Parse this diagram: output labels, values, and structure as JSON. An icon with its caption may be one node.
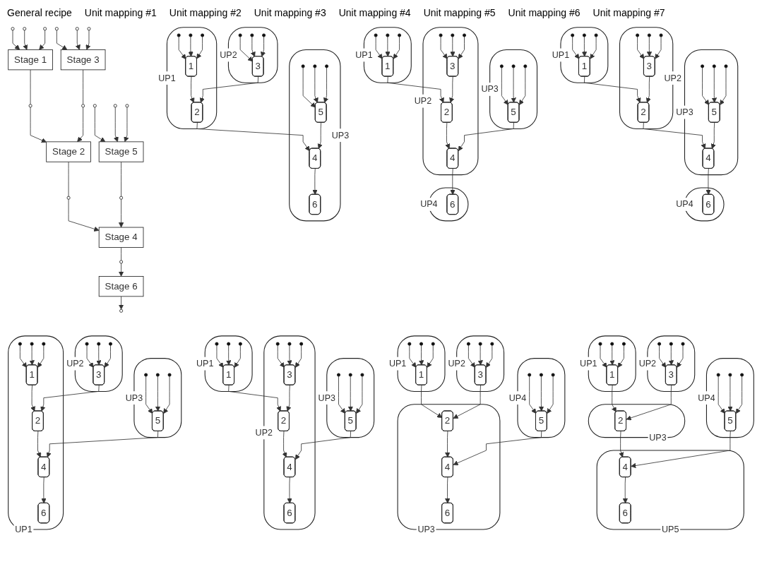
{
  "diagram": {
    "nodes": [
      {
        "text": [],
        "shape": "circle"
      },
      {
        "text": [],
        "shape": "circle"
      },
      {
        "text": [],
        "shape": "circle"
      },
      {
        "text": [],
        "shape": "circle"
      },
      {
        "text": [],
        "shape": "circle"
      },
      {
        "text": [],
        "shape": "circle"
      },
      {
        "text": [
          "Stage 1"
        ]
      },
      {
        "text": [
          "Stage 3"
        ]
      },
      {
        "text": [],
        "shape": "circle"
      },
      {
        "text": [],
        "shape": "circle"
      },
      {
        "text": [
          "Stage 2"
        ]
      },
      {
        "text": [],
        "shape": "circle"
      },
      {
        "text": [],
        "shape": "circle"
      },
      {
        "text": [],
        "shape": "circle"
      },
      {
        "text": [
          "Stage 5"
        ]
      },
      {
        "text": [],
        "shape": "circle"
      },
      {
        "text": [],
        "shape": "circle"
      },
      {
        "text": [
          "Stage 4"
        ]
      },
      {
        "text": [],
        "shape": "circle"
      },
      {
        "text": [
          "Stage 6"
        ]
      },
      {
        "text": [],
        "shape": "circle"
      },
      {
        "text": [
          "UP1"
        ]
      },
      {
        "text": [],
        "shape": "circle",
        "in": 21
      },
      {
        "text": [],
        "shape": "circle",
        "in": 21
      },
      {
        "text": [],
        "shape": "circle",
        "in": 21
      },
      {
        "text": [
          "1"
        ],
        "in": 21
      },
      {
        "text": [
          "2"
        ],
        "in": 21
      },
      {
        "text": [
          "UP2"
        ]
      },
      {
        "text": [],
        "shape": "circle",
        "in": 27
      },
      {
        "text": [],
        "shape": "circle",
        "in": 27
      },
      {
        "text": [],
        "shape": "circle",
        "in": 27
      },
      {
        "text": [
          "3"
        ],
        "in": 27
      },
      {
        "text": [
          "UP3"
        ]
      },
      {
        "text": [],
        "shape": "circle",
        "in": 32
      },
      {
        "text": [],
        "shape": "circle",
        "in": 32
      },
      {
        "text": [],
        "shape": "circle",
        "in": 32
      },
      {
        "text": [
          "5"
        ],
        "in": 32
      },
      {
        "text": [
          "4"
        ],
        "in": 32
      },
      {
        "text": [
          "6"
        ],
        "in": 32
      },
      {
        "text": [
          "UP1"
        ]
      },
      {
        "text": [],
        "shape": "circle",
        "in": 39
      },
      {
        "text": [],
        "shape": "circle",
        "in": 39
      },
      {
        "text": [],
        "shape": "circle",
        "in": 39
      },
      {
        "text": [
          "1"
        ],
        "in": 39
      },
      {
        "text": [
          "UP2"
        ]
      },
      {
        "text": [],
        "shape": "circle",
        "in": 44
      },
      {
        "text": [],
        "shape": "circle",
        "in": 44
      },
      {
        "text": [],
        "shape": "circle",
        "in": 44
      },
      {
        "text": [
          "3"
        ],
        "in": 44
      },
      {
        "text": [
          "2"
        ],
        "in": 44
      },
      {
        "text": [
          "4"
        ],
        "in": 44
      },
      {
        "text": [
          "UP3"
        ]
      },
      {
        "text": [],
        "shape": "circle",
        "in": 51
      },
      {
        "text": [],
        "shape": "circle",
        "in": 51
      },
      {
        "text": [],
        "shape": "circle",
        "in": 51
      },
      {
        "text": [
          "5"
        ],
        "in": 51
      },
      {
        "text": [
          "UP4"
        ]
      },
      {
        "text": [
          "6"
        ],
        "in": 56
      },
      {
        "text": [
          "UP1"
        ]
      },
      {
        "text": [],
        "shape": "circle",
        "in": 58
      },
      {
        "text": [],
        "shape": "circle",
        "in": 58
      },
      {
        "text": [],
        "shape": "circle",
        "in": 58
      },
      {
        "text": [
          "1"
        ],
        "in": 58
      },
      {
        "text": [
          "UP2"
        ]
      },
      {
        "text": [],
        "shape": "circle",
        "in": 63
      },
      {
        "text": [],
        "shape": "circle",
        "in": 63
      },
      {
        "text": [],
        "shape": "circle",
        "in": 63
      },
      {
        "text": [
          "3"
        ],
        "in": 63
      },
      {
        "text": [
          "2"
        ],
        "in": 63
      },
      {
        "text": [
          "UP3"
        ]
      },
      {
        "text": [],
        "shape": "circle",
        "in": 69
      },
      {
        "text": [],
        "shape": "circle",
        "in": 69
      },
      {
        "text": [],
        "shape": "circle",
        "in": 69
      },
      {
        "text": [
          "5"
        ],
        "in": 69
      },
      {
        "text": [
          "4"
        ],
        "in": 69
      },
      {
        "text": [
          "UP4"
        ]
      },
      {
        "text": [
          "6"
        ],
        "in": 75
      },
      {
        "text": [
          "UP1"
        ]
      },
      {
        "text": [],
        "shape": "circle",
        "in": 77
      },
      {
        "text": [],
        "shape": "circle",
        "in": 77
      },
      {
        "text": [],
        "shape": "circle",
        "in": 77
      },
      {
        "text": [
          "1"
        ],
        "in": 77
      },
      {
        "text": [
          "2"
        ],
        "in": 77
      },
      {
        "text": [
          "4"
        ],
        "in": 77
      },
      {
        "text": [
          "6"
        ],
        "in": 77
      },
      {
        "text": [
          "UP2"
        ]
      },
      {
        "text": [],
        "shape": "circle",
        "in": 85
      },
      {
        "text": [],
        "shape": "circle",
        "in": 85
      },
      {
        "text": [],
        "shape": "circle",
        "in": 85
      },
      {
        "text": [
          "3"
        ],
        "in": 85
      },
      {
        "text": [
          "UP3"
        ]
      },
      {
        "text": [],
        "shape": "circle",
        "in": 90
      },
      {
        "text": [],
        "shape": "circle",
        "in": 90
      },
      {
        "text": [],
        "shape": "circle",
        "in": 90
      },
      {
        "text": [
          "5"
        ],
        "in": 90
      },
      {
        "text": [
          "UP1"
        ]
      },
      {
        "text": [],
        "shape": "circle",
        "in": 95
      },
      {
        "text": [],
        "shape": "circle",
        "in": 95
      },
      {
        "text": [],
        "shape": "circle",
        "in": 95
      },
      {
        "text": [
          "1"
        ],
        "in": 95
      },
      {
        "text": [
          "UP2"
        ]
      },
      {
        "text": [],
        "shape": "circle",
        "in": 100
      },
      {
        "text": [],
        "shape": "circle",
        "in": 100
      },
      {
        "text": [],
        "shape": "circle",
        "in": 100
      },
      {
        "text": [
          "3"
        ],
        "in": 100
      },
      {
        "text": [
          "2"
        ],
        "in": 100
      },
      {
        "text": [
          "4"
        ],
        "in": 100
      },
      {
        "text": [
          "6"
        ],
        "in": 100
      },
      {
        "text": [
          "UP3"
        ]
      },
      {
        "text": [],
        "shape": "circle",
        "in": 108
      },
      {
        "text": [],
        "shape": "circle",
        "in": 108
      },
      {
        "text": [],
        "shape": "circle",
        "in": 108
      },
      {
        "text": [
          "5"
        ],
        "in": 108
      },
      {
        "text": [
          "UP1"
        ]
      },
      {
        "text": [],
        "shape": "circle",
        "in": 113
      },
      {
        "text": [],
        "shape": "circle",
        "in": 113
      },
      {
        "text": [],
        "shape": "circle",
        "in": 113
      },
      {
        "text": [
          "1"
        ],
        "in": 113
      },
      {
        "text": [
          "UP2"
        ]
      },
      {
        "text": [],
        "shape": "circle",
        "in": 118
      },
      {
        "text": [],
        "shape": "circle",
        "in": 118
      },
      {
        "text": [],
        "shape": "circle",
        "in": 118
      },
      {
        "text": [
          "3"
        ],
        "in": 118
      },
      {
        "text": [
          "UP3"
        ]
      },
      {
        "text": [
          "2"
        ],
        "in": 123
      },
      {
        "text": [
          "4"
        ],
        "in": 123
      },
      {
        "text": [
          "6"
        ],
        "in": 123
      },
      {
        "text": [
          "UP4"
        ]
      },
      {
        "text": [],
        "shape": "circle",
        "in": 127
      },
      {
        "text": [],
        "shape": "circle",
        "in": 127
      },
      {
        "text": [],
        "shape": "circle",
        "in": 127
      },
      {
        "text": [
          "5"
        ],
        "in": 127
      },
      {
        "text": [
          "UP1"
        ]
      },
      {
        "text": [],
        "shape": "circle",
        "in": 132
      },
      {
        "text": [],
        "shape": "circle",
        "in": 132
      },
      {
        "text": [],
        "shape": "circle",
        "in": 132
      },
      {
        "text": [
          "1"
        ],
        "in": 132
      },
      {
        "text": [
          "UP2"
        ]
      },
      {
        "text": [],
        "shape": "circle",
        "in": 137
      },
      {
        "text": [],
        "shape": "circle",
        "in": 137
      },
      {
        "text": [],
        "shape": "circle",
        "in": 137
      },
      {
        "text": [
          "3"
        ],
        "in": 137
      },
      {
        "text": [
          "UP3"
        ]
      },
      {
        "text": [
          "2"
        ],
        "in": 142
      },
      {
        "text": [
          "UP4"
        ]
      },
      {
        "text": [],
        "shape": "circle",
        "in": 144
      },
      {
        "text": [],
        "shape": "circle",
        "in": 144
      },
      {
        "text": [],
        "shape": "circle",
        "in": 144
      },
      {
        "text": [
          "5"
        ],
        "in": 144
      },
      {
        "text": [
          "UP5"
        ]
      },
      {
        "text": [
          "4"
        ],
        "in": 149
      },
      {
        "text": [
          "6"
        ],
        "in": 149
      }
    ],
    "edges": [
      {
        "from": 0,
        "to": 6,
        "arrow": "to"
      },
      {
        "from": 1,
        "to": 6,
        "arrow": "to"
      },
      {
        "from": 2,
        "to": 6,
        "arrow": "to"
      },
      {
        "from": 3,
        "to": 7,
        "arrow": "to"
      },
      {
        "from": 4,
        "to": 7,
        "arrow": "to"
      },
      {
        "from": 5,
        "to": 7,
        "arrow": "to"
      },
      {
        "from": 6,
        "to": 8,
        "arrow": "none"
      },
      {
        "from": 8,
        "to": 10,
        "arrow": "to"
      },
      {
        "from": 7,
        "to": 9,
        "arrow": "none"
      },
      {
        "from": 9,
        "to": 10,
        "arrow": "to"
      },
      {
        "from": 11,
        "to": 14,
        "arrow": "to"
      },
      {
        "from": 12,
        "to": 14,
        "arrow": "to"
      },
      {
        "from": 13,
        "to": 14,
        "arrow": "to"
      },
      {
        "from": 10,
        "to": 15,
        "arrow": "none"
      },
      {
        "from": 15,
        "to": 17,
        "arrow": "to"
      },
      {
        "from": 14,
        "to": 16,
        "arrow": "none"
      },
      {
        "from": 16,
        "to": 17,
        "arrow": "to"
      },
      {
        "from": 17,
        "to": 18,
        "arrow": "none"
      },
      {
        "from": 18,
        "to": 19,
        "arrow": "to"
      },
      {
        "from": 19,
        "to": 20,
        "arrow": "to"
      },
      {
        "from": 22,
        "to": 25,
        "arrow": "to"
      },
      {
        "from": 23,
        "to": 25,
        "arrow": "to"
      },
      {
        "from": 24,
        "to": 25,
        "arrow": "to"
      },
      {
        "from": 28,
        "to": 31,
        "arrow": "to"
      },
      {
        "from": 29,
        "to": 31,
        "arrow": "to"
      },
      {
        "from": 30,
        "to": 31,
        "arrow": "to"
      },
      {
        "from": 25,
        "to": 26,
        "arrow": "to"
      },
      {
        "from": 31,
        "to": 26,
        "arrow": "to"
      },
      {
        "from": 33,
        "to": 36,
        "arrow": "to"
      },
      {
        "from": 34,
        "to": 36,
        "arrow": "to"
      },
      {
        "from": 35,
        "to": 36,
        "arrow": "to"
      },
      {
        "from": 26,
        "to": 37,
        "arrow": "to"
      },
      {
        "from": 36,
        "to": 37,
        "arrow": "to"
      },
      {
        "from": 37,
        "to": 38,
        "arrow": "to"
      },
      {
        "from": 40,
        "to": 43,
        "arrow": "to"
      },
      {
        "from": 41,
        "to": 43,
        "arrow": "to"
      },
      {
        "from": 42,
        "to": 43,
        "arrow": "to"
      },
      {
        "from": 45,
        "to": 48,
        "arrow": "to"
      },
      {
        "from": 46,
        "to": 48,
        "arrow": "to"
      },
      {
        "from": 47,
        "to": 48,
        "arrow": "to"
      },
      {
        "from": 43,
        "to": 49,
        "arrow": "to"
      },
      {
        "from": 48,
        "to": 49,
        "arrow": "to"
      },
      {
        "from": 52,
        "to": 55,
        "arrow": "to"
      },
      {
        "from": 53,
        "to": 55,
        "arrow": "to"
      },
      {
        "from": 54,
        "to": 55,
        "arrow": "to"
      },
      {
        "from": 49,
        "to": 50,
        "arrow": "to"
      },
      {
        "from": 55,
        "to": 50,
        "arrow": "to"
      },
      {
        "from": 50,
        "to": 57,
        "arrow": "to"
      },
      {
        "from": 59,
        "to": 62,
        "arrow": "to"
      },
      {
        "from": 60,
        "to": 62,
        "arrow": "to"
      },
      {
        "from": 61,
        "to": 62,
        "arrow": "to"
      },
      {
        "from": 64,
        "to": 67,
        "arrow": "to"
      },
      {
        "from": 65,
        "to": 67,
        "arrow": "to"
      },
      {
        "from": 66,
        "to": 67,
        "arrow": "to"
      },
      {
        "from": 62,
        "to": 68,
        "arrow": "to"
      },
      {
        "from": 67,
        "to": 68,
        "arrow": "to"
      },
      {
        "from": 70,
        "to": 73,
        "arrow": "to"
      },
      {
        "from": 71,
        "to": 73,
        "arrow": "to"
      },
      {
        "from": 72,
        "to": 73,
        "arrow": "to"
      },
      {
        "from": 68,
        "to": 74,
        "arrow": "to"
      },
      {
        "from": 73,
        "to": 74,
        "arrow": "to"
      },
      {
        "from": 74,
        "to": 76,
        "arrow": "to"
      },
      {
        "from": 78,
        "to": 81,
        "arrow": "to"
      },
      {
        "from": 79,
        "to": 81,
        "arrow": "to"
      },
      {
        "from": 80,
        "to": 81,
        "arrow": "to"
      },
      {
        "from": 86,
        "to": 89,
        "arrow": "to"
      },
      {
        "from": 87,
        "to": 89,
        "arrow": "to"
      },
      {
        "from": 88,
        "to": 89,
        "arrow": "to"
      },
      {
        "from": 81,
        "to": 82,
        "arrow": "to"
      },
      {
        "from": 89,
        "to": 82,
        "arrow": "to"
      },
      {
        "from": 91,
        "to": 94,
        "arrow": "to"
      },
      {
        "from": 92,
        "to": 94,
        "arrow": "to"
      },
      {
        "from": 93,
        "to": 94,
        "arrow": "to"
      },
      {
        "from": 82,
        "to": 83,
        "arrow": "to"
      },
      {
        "from": 94,
        "to": 83,
        "arrow": "to"
      },
      {
        "from": 83,
        "to": 84,
        "arrow": "to"
      },
      {
        "from": 96,
        "to": 99,
        "arrow": "to"
      },
      {
        "from": 97,
        "to": 99,
        "arrow": "to"
      },
      {
        "from": 98,
        "to": 99,
        "arrow": "to"
      },
      {
        "from": 101,
        "to": 104,
        "arrow": "to"
      },
      {
        "from": 102,
        "to": 104,
        "arrow": "to"
      },
      {
        "from": 103,
        "to": 104,
        "arrow": "to"
      },
      {
        "from": 99,
        "to": 105,
        "arrow": "to"
      },
      {
        "from": 104,
        "to": 105,
        "arrow": "to"
      },
      {
        "from": 109,
        "to": 112,
        "arrow": "to"
      },
      {
        "from": 110,
        "to": 112,
        "arrow": "to"
      },
      {
        "from": 111,
        "to": 112,
        "arrow": "to"
      },
      {
        "from": 105,
        "to": 106,
        "arrow": "to"
      },
      {
        "from": 112,
        "to": 106,
        "arrow": "to"
      },
      {
        "from": 106,
        "to": 107,
        "arrow": "to"
      },
      {
        "from": 114,
        "to": 117,
        "arrow": "to"
      },
      {
        "from": 115,
        "to": 117,
        "arrow": "to"
      },
      {
        "from": 116,
        "to": 117,
        "arrow": "to"
      },
      {
        "from": 119,
        "to": 122,
        "arrow": "to"
      },
      {
        "from": 120,
        "to": 122,
        "arrow": "to"
      },
      {
        "from": 121,
        "to": 122,
        "arrow": "to"
      },
      {
        "from": 117,
        "to": 124,
        "arrow": "to"
      },
      {
        "from": 122,
        "to": 124,
        "arrow": "to"
      },
      {
        "from": 128,
        "to": 131,
        "arrow": "to"
      },
      {
        "from": 129,
        "to": 131,
        "arrow": "to"
      },
      {
        "from": 130,
        "to": 131,
        "arrow": "to"
      },
      {
        "from": 124,
        "to": 125,
        "arrow": "to"
      },
      {
        "from": 131,
        "to": 125,
        "arrow": "to"
      },
      {
        "from": 125,
        "to": 126,
        "arrow": "to"
      },
      {
        "from": 133,
        "to": 136,
        "arrow": "to"
      },
      {
        "from": 134,
        "to": 136,
        "arrow": "to"
      },
      {
        "from": 135,
        "to": 136,
        "arrow": "to"
      },
      {
        "from": 138,
        "to": 141,
        "arrow": "to"
      },
      {
        "from": 139,
        "to": 141,
        "arrow": "to"
      },
      {
        "from": 140,
        "to": 141,
        "arrow": "to"
      },
      {
        "from": 136,
        "to": 143,
        "arrow": "to"
      },
      {
        "from": 141,
        "to": 143,
        "arrow": "to"
      },
      {
        "from": 145,
        "to": 148,
        "arrow": "to"
      },
      {
        "from": 146,
        "to": 148,
        "arrow": "to"
      },
      {
        "from": 147,
        "to": 148,
        "arrow": "to"
      },
      {
        "from": 143,
        "to": 150,
        "arrow": "to"
      },
      {
        "from": 148,
        "to": 150,
        "arrow": "to"
      },
      {
        "from": 150,
        "to": 151,
        "arrow": "to"
      }
    ],
    "labels": [
      "General recipe",
      "Unit mapping #1",
      "Unit mapping #2",
      "Unit mapping #3",
      "Unit mapping #4",
      "Unit mapping #5",
      "Unit mapping #6",
      "Unit mapping #7"
    ]
  }
}
